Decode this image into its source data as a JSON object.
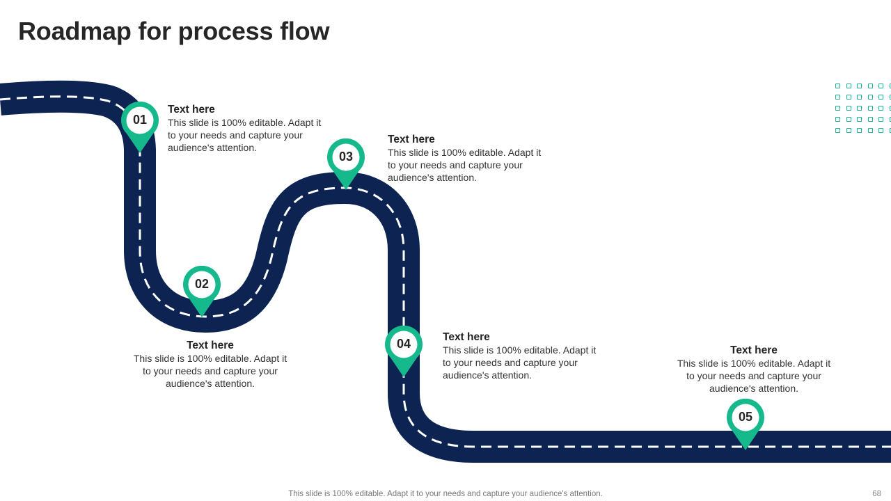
{
  "slide": {
    "title": "Roadmap for process flow",
    "footer": "This slide is 100% editable. Adapt it to your needs and capture your audience's attention.",
    "page_number": "68"
  },
  "colors": {
    "road": "#0d2452",
    "pin": "#16b98c",
    "dash": "#ffffff"
  },
  "steps": [
    {
      "number": "01",
      "heading": "Text here",
      "body": "This slide is 100% editable. Adapt it to your needs and capture your audience's attention."
    },
    {
      "number": "02",
      "heading": "Text here",
      "body": "This slide is 100% editable. Adapt it to your needs and capture your audience's attention."
    },
    {
      "number": "03",
      "heading": "Text here",
      "body": "This slide is 100% editable. Adapt it to your needs and capture your audience's attention."
    },
    {
      "number": "04",
      "heading": "Text here",
      "body": "This slide is 100% editable. Adapt it to your needs and capture your audience's attention."
    },
    {
      "number": "05",
      "heading": "Text here",
      "body": "This slide is 100% editable. Adapt it to your needs and capture your audience's attention."
    }
  ]
}
